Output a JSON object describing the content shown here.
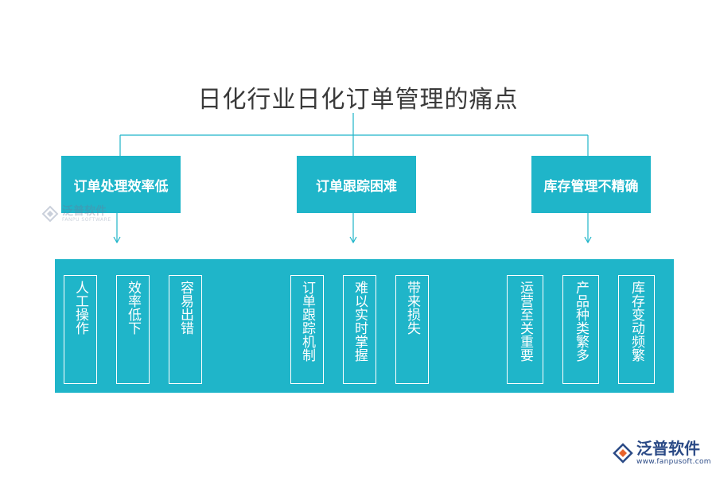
{
  "title": "日化行业日化订单管理的痛点",
  "colors": {
    "box": "#1fb5c9",
    "line": "#1fb5c9",
    "title": "#3a3a3a"
  },
  "categories": [
    {
      "label": "订单处理效率低",
      "items": [
        "人工操作",
        "效率低下",
        "容易出错"
      ]
    },
    {
      "label": "订单跟踪困难",
      "items": [
        "订单跟踪机制",
        "难以实时掌握",
        "带来损失"
      ]
    },
    {
      "label": "库存管理不精确",
      "items": [
        "运营至关重要",
        "产品种类繁多",
        "库存变动频繁"
      ]
    }
  ],
  "watermark": {
    "name": "泛普软件",
    "en": "FANPU SOFTWARE"
  },
  "logo": {
    "name": "泛普软件",
    "url": "www.fanpusoft.com"
  }
}
